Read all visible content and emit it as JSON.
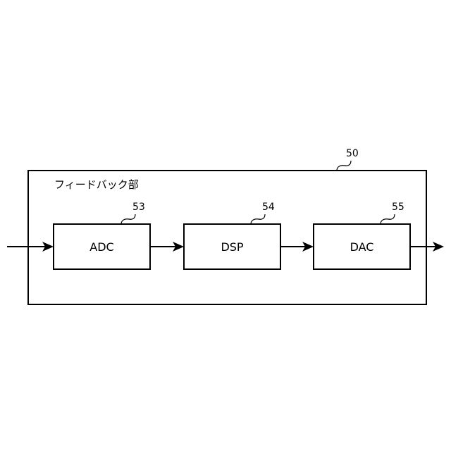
{
  "outer_unit": {
    "title": "フィードバック部",
    "ref": "50"
  },
  "blocks": [
    {
      "label": "ADC",
      "ref": "53"
    },
    {
      "label": "DSP",
      "ref": "54"
    },
    {
      "label": "DAC",
      "ref": "55"
    }
  ]
}
